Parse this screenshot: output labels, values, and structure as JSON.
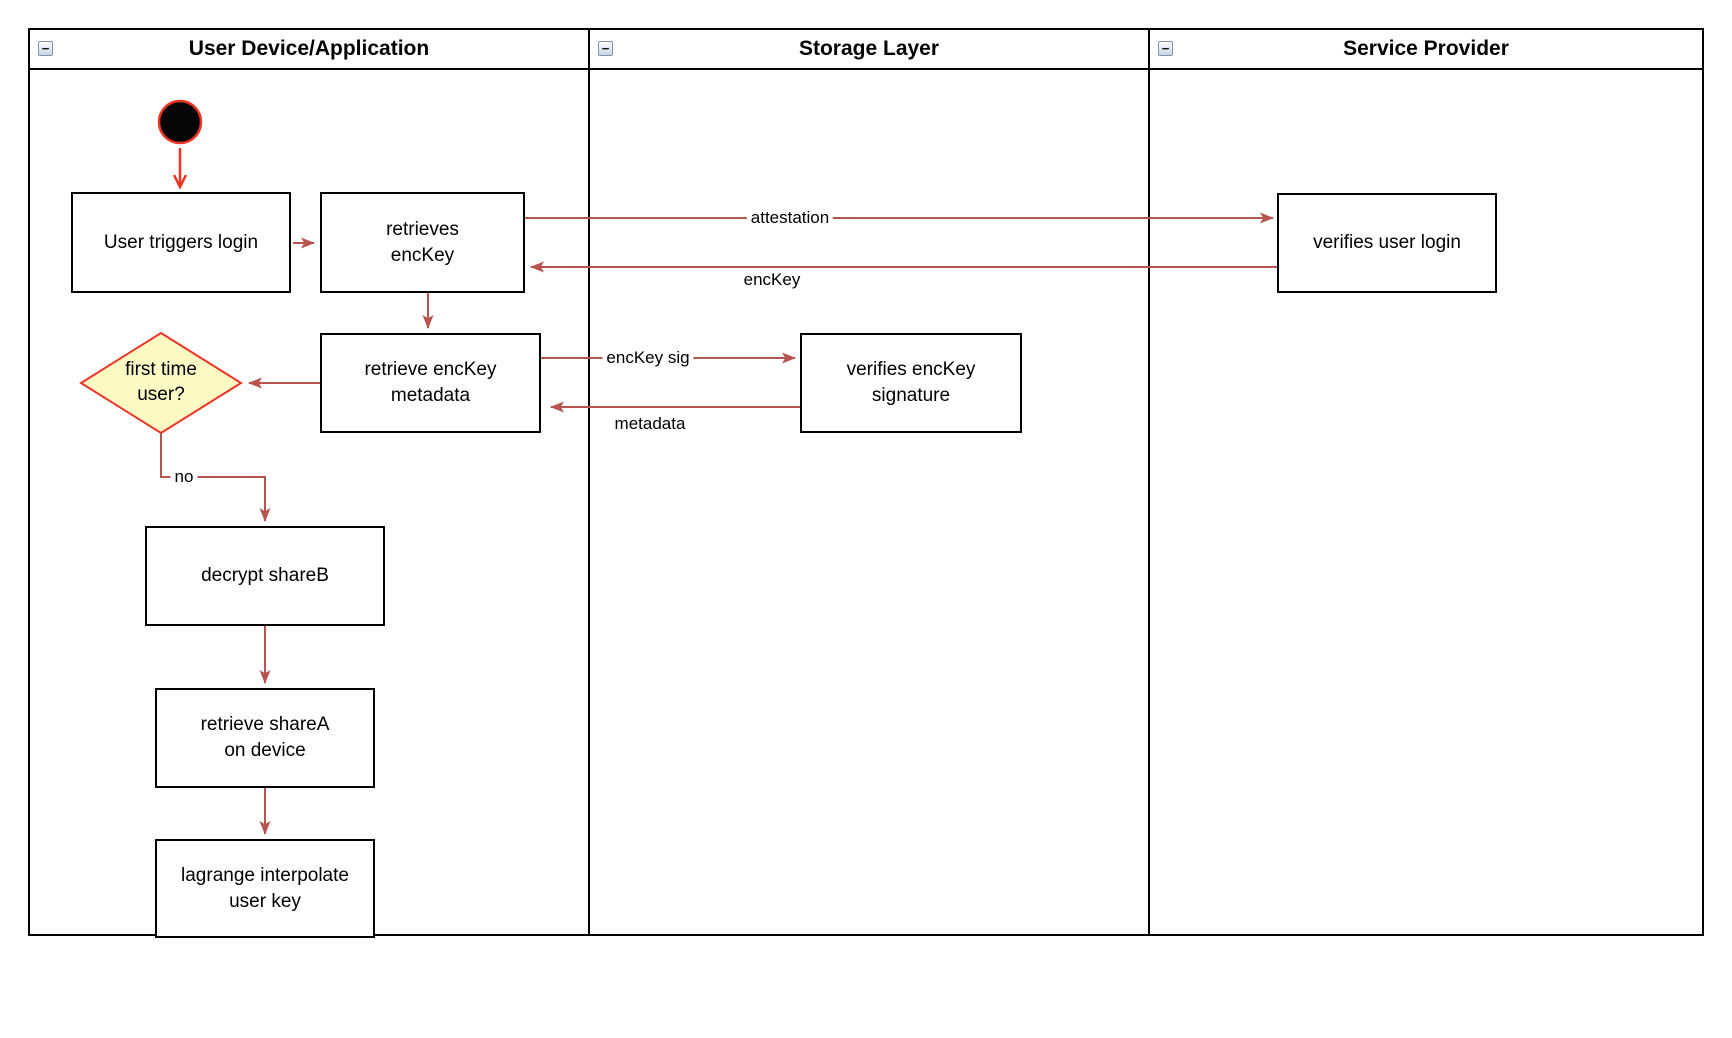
{
  "lanes": [
    {
      "title": "User Device/Application"
    },
    {
      "title": "Storage Layer"
    },
    {
      "title": "Service Provider"
    }
  ],
  "icons": {
    "collapse_glyph": "−",
    "collapse_name": "collapse-minus-icon"
  },
  "nodes": {
    "start": {
      "type": "initial-node"
    },
    "user_triggers_login": {
      "label": "User triggers login"
    },
    "retrieves_enckey": {
      "label": "retrieves\nencKey"
    },
    "verifies_user_login": {
      "label": "verifies user login"
    },
    "retrieve_enckey_metadata": {
      "label": "retrieve encKey\nmetadata"
    },
    "verifies_enckey_signature": {
      "label": "verifies encKey\nsignature"
    },
    "first_time_user": {
      "label": "first time\nuser?"
    },
    "decrypt_shareb": {
      "label": "decrypt shareB"
    },
    "retrieve_sharea": {
      "label": "retrieve shareA\non device"
    },
    "lagrange_interpolate": {
      "label": "lagrange interpolate\nuser key"
    }
  },
  "edges": {
    "attestation": {
      "label": "attestation"
    },
    "enckey_return": {
      "label": "encKey"
    },
    "enckey_sig": {
      "label": "encKey sig"
    },
    "metadata_return": {
      "label": "metadata"
    },
    "no_branch": {
      "label": "no"
    }
  },
  "colors": {
    "edge_color": "#B85450",
    "accent_red": "#ED3324",
    "decision_fill": "#FCF9C5",
    "node_border": "#000000",
    "node_fill": "#FFFFFF"
  }
}
